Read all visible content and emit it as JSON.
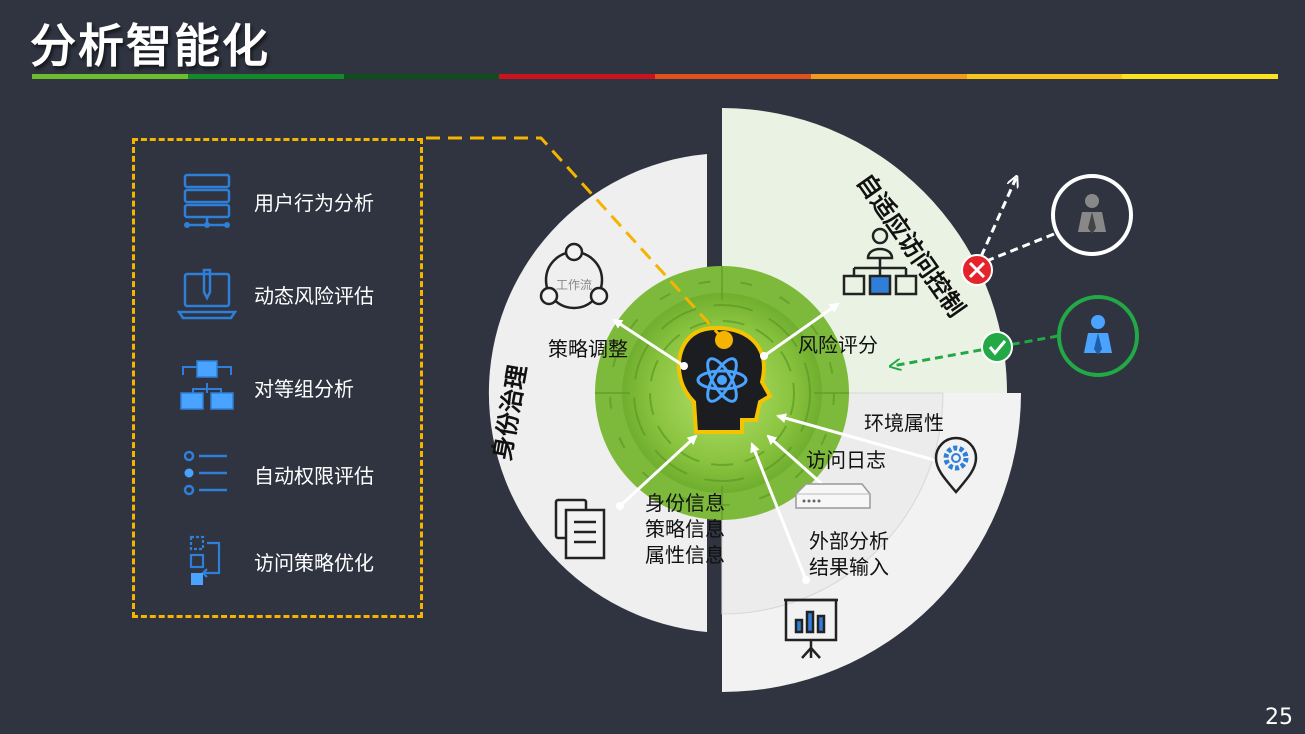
{
  "title": "分析智能化",
  "colors": [
    "#6dbe2e",
    "#138a2a",
    "#0f4d1e",
    "#c9141e",
    "#e0511b",
    "#f29a1a",
    "#f7c51c",
    "#f9e21f"
  ],
  "left_panel": {
    "items": [
      {
        "label": "用户行为分析",
        "icon": "server-rack-icon"
      },
      {
        "label": "动态风险评估",
        "icon": "laptop-pen-icon"
      },
      {
        "label": "对等组分析",
        "icon": "network-computers-icon"
      },
      {
        "label": "自动权限评估",
        "icon": "checklist-icon"
      },
      {
        "label": "访问策略优化",
        "icon": "flow-optimize-icon"
      }
    ]
  },
  "diagram": {
    "identity_governance": "身份治理",
    "adaptive_access": "自适应访问控制",
    "policy_adjust": "策略调整",
    "workflow": "工作流",
    "risk_score": "风险评分",
    "env_attr": "环境属性",
    "access_log": "访问日志",
    "identity_info": [
      "身份信息",
      "策略信息",
      "属性信息"
    ],
    "external_analysis": [
      "外部分析",
      "结果输入"
    ]
  },
  "page_number": "25"
}
